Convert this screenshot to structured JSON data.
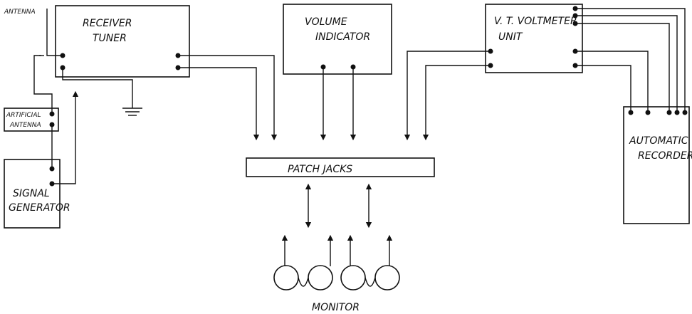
{
  "labels": {
    "antenna": "ANTENNA",
    "receiver_tuner_1": "RECEIVER",
    "receiver_tuner_2": "TUNER",
    "artificial_antenna_1": "ARTIFICIAL",
    "artificial_antenna_2": "ANTENNA",
    "signal_generator_1": "SIGNAL",
    "signal_generator_2": "GENERATOR",
    "volume_indicator_1": "VOLUME",
    "volume_indicator_2": "INDICATOR",
    "patch_jacks": "PATCH   JACKS",
    "vt_voltmeter_1": "V. T. VOLTMETER",
    "vt_voltmeter_2": "UNIT",
    "automatic_recorder_1": "AUTOMATIC",
    "automatic_recorder_2": "RECORDER",
    "monitor": "MONITOR"
  }
}
